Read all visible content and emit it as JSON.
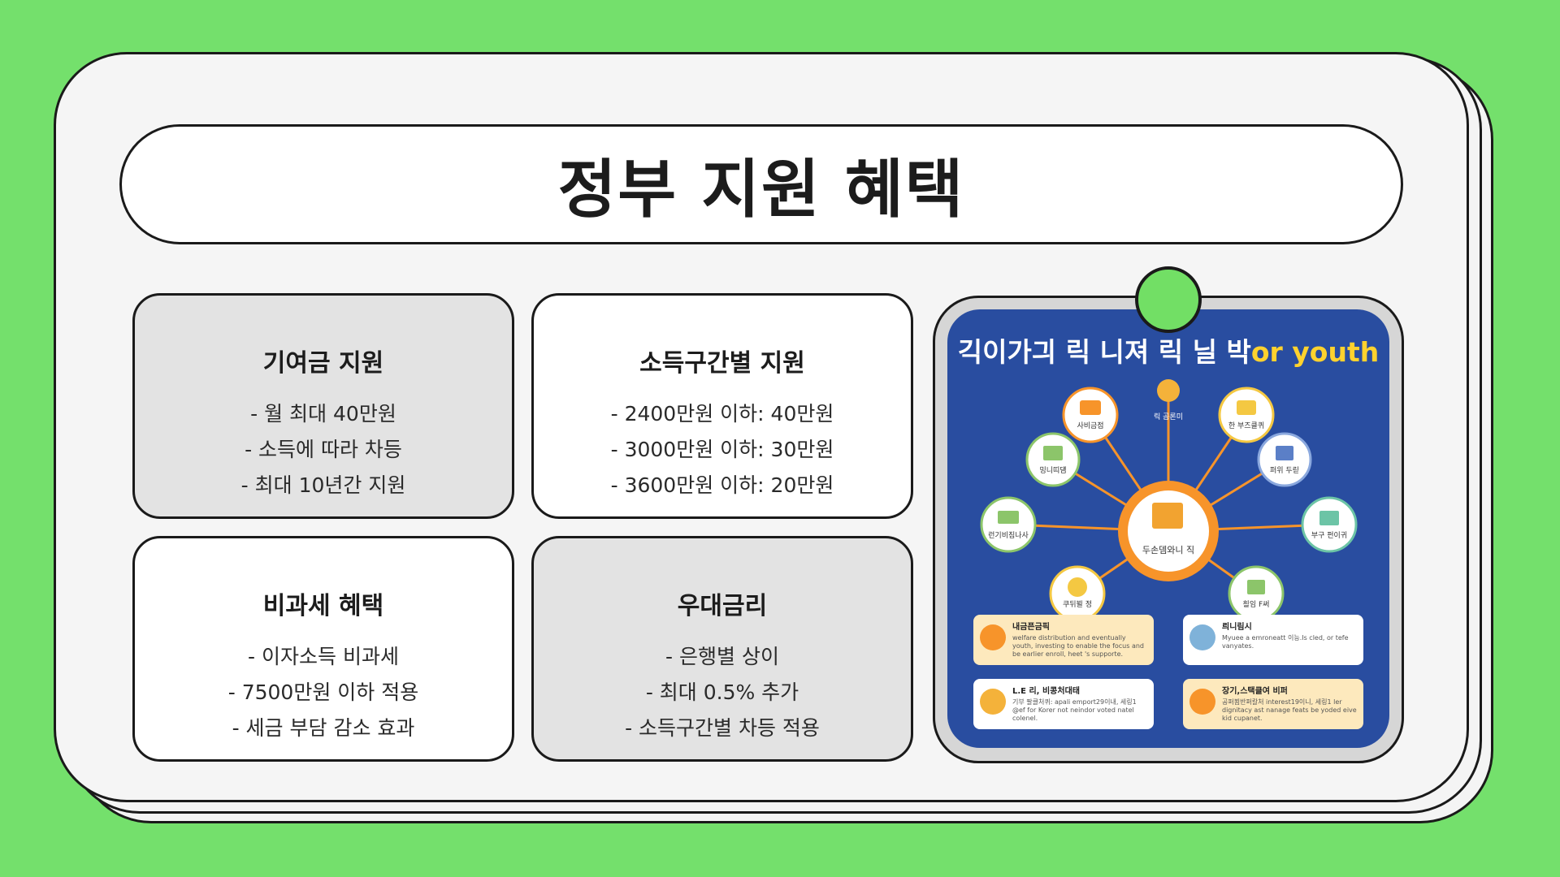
{
  "title": "정부 지원 혜택",
  "cards": [
    {
      "heading": "기여금 지원",
      "items": [
        "- 월 최대 40만원",
        "- 소득에 따라 차등",
        "- 최대 10년간 지원"
      ]
    },
    {
      "heading": "소득구간별 지원",
      "items": [
        "- 2400만원 이하: 40만원",
        "- 3000만원 이하: 30만원",
        "- 3600만원 이하: 20만원"
      ]
    },
    {
      "heading": "비과세 혜택",
      "items": [
        "- 이자소득 비과세",
        "- 7500만원 이하 적용",
        "- 세금 부담 감소 효과"
      ]
    },
    {
      "heading": "우대금리",
      "items": [
        "- 은행별 상이",
        "- 최대 0.5% 추가",
        "- 소득구간별 차등 적용"
      ]
    }
  ],
  "poster": {
    "title_prefix": "긱이가긔 릭 니져 릭 닐 박",
    "title_suffix": "or youth",
    "hub_label": "두손뎀와니 직",
    "nodes": [
      "사비금점",
      "릭 곰론미",
      "한 부즈클퀴",
      "밍니띠덈",
      "퍼위 두릳",
      "런기비짐나사",
      "부구 펀이귀",
      "쿠뒤뵐 정",
      "흴임 F써"
    ],
    "info_cards": [
      {
        "heading": "내금픈금픽",
        "text": "welfare distribution and eventually youth, investing to enable the focus and be earlier enroll, heet 's supporte."
      },
      {
        "heading": "릐니림시",
        "text": "Myuee a emroneatt 이능.Is cled, or tefe vanyates."
      },
      {
        "heading": "L.E 리, 비콩처대태",
        "text": "기부 팔클처퀴: apali emport29이내, 세링1 @ef for Korer not neindor voted natel colenel."
      },
      {
        "heading": "장기,스택클여 비퍼",
        "text": "공퍼뵘반퍼칼처 interest19이니, 세링1 ler dignitacy ast nanage feats be yoded eive kid cupanet."
      }
    ],
    "colors": {
      "background": "#294da0",
      "accent": "#f7942a",
      "title_highlight": "#ffd22e"
    }
  },
  "colors": {
    "page_background": "#74e06c",
    "pin": "#72df65"
  }
}
